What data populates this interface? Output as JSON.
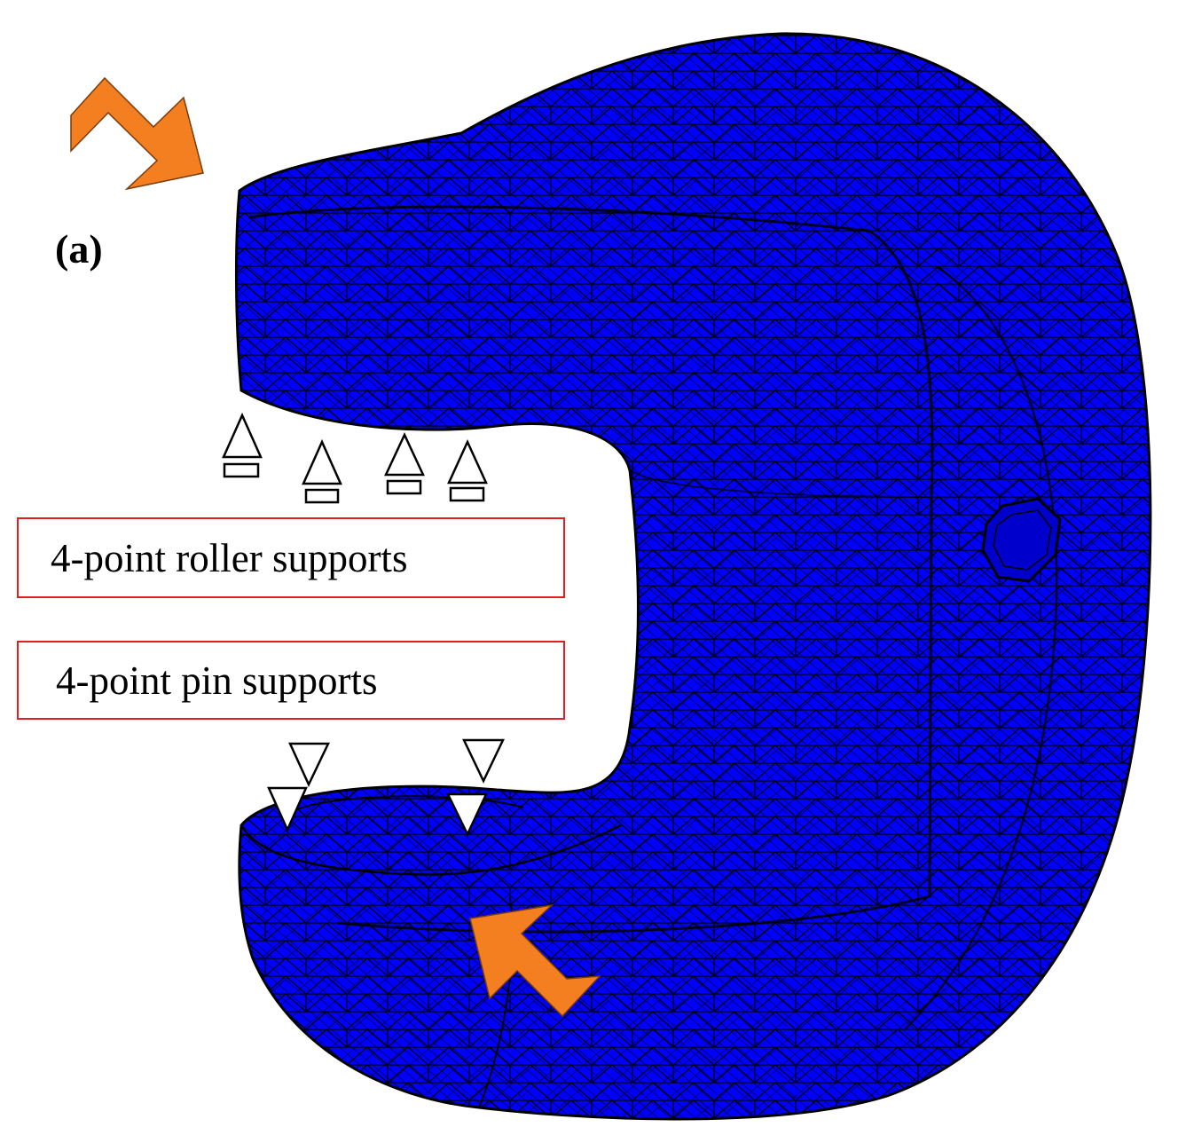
{
  "figure": {
    "panel_label": "(a)",
    "callouts": {
      "roller": "4-point roller supports",
      "pin": "4-point pin supports"
    },
    "colors": {
      "mesh_fill": "#0000ff",
      "mesh_line": "#000000",
      "load_arrow": "#f47f20",
      "callout_border": "#e02020",
      "support_symbol": "#ffffff"
    },
    "icons": {
      "roller_support": "triangle-over-rectangle",
      "pin_support": "inverted-triangle",
      "load": "block-arrow"
    },
    "counts": {
      "roller_supports": 4,
      "pin_supports": 4,
      "load_arrows": 2
    }
  }
}
